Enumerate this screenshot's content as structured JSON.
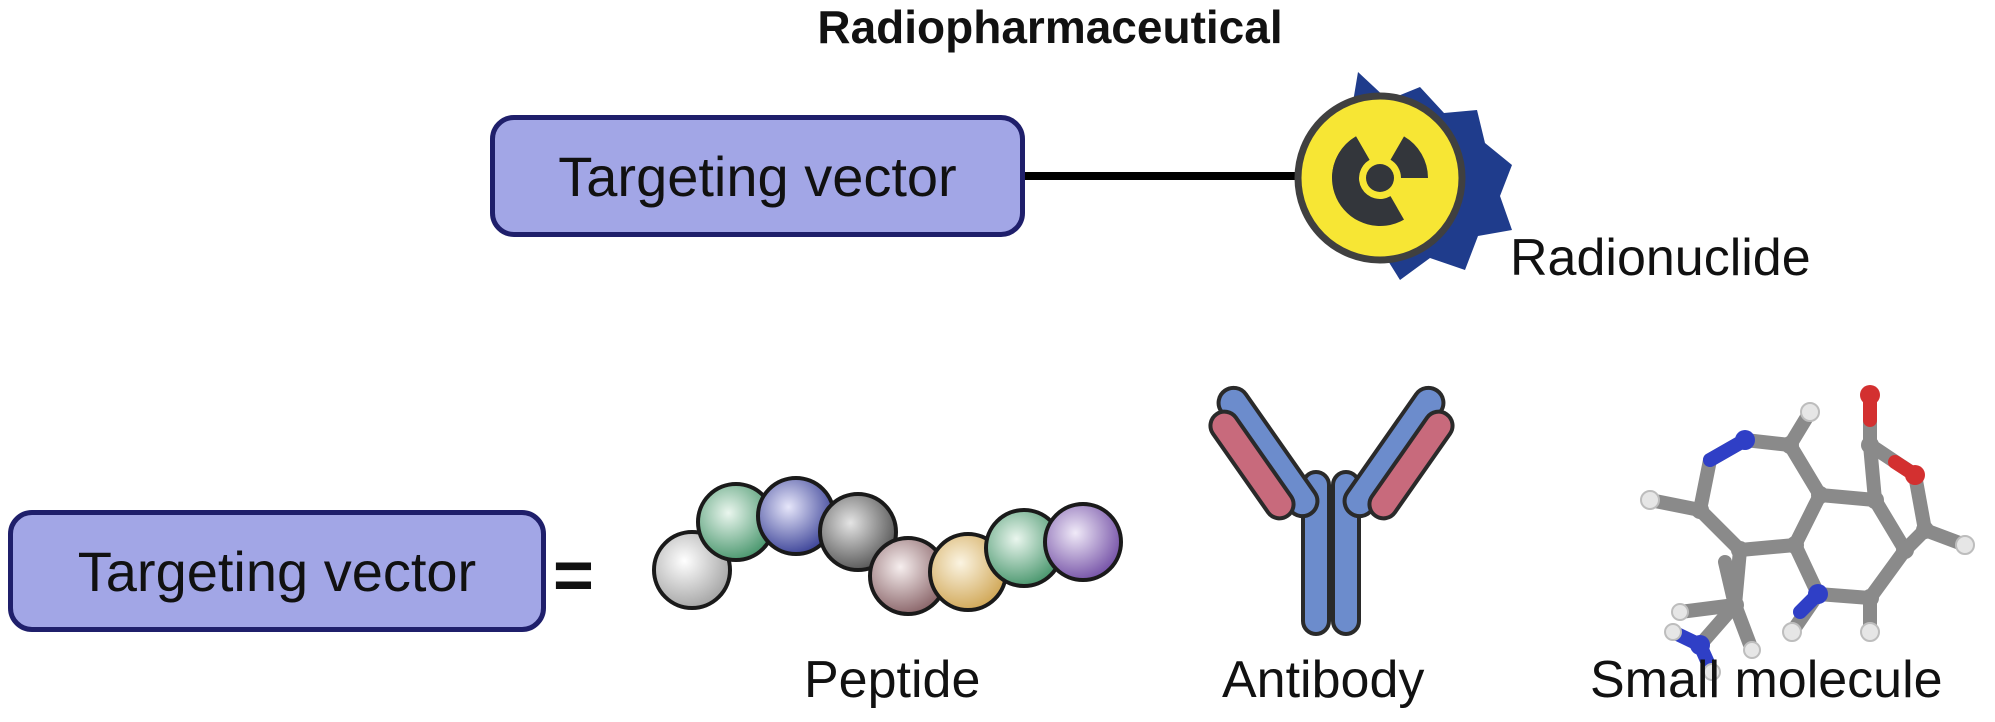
{
  "title": "Radiopharmaceutical",
  "top": {
    "vector_label": "Targeting vector",
    "radionuclide_label": "Radionuclide"
  },
  "bottom": {
    "vector_label": "Targeting vector",
    "equals": "=",
    "examples": [
      "Peptide",
      "Antibody",
      "Small molecule"
    ]
  },
  "icons": {
    "radionuclide": "radiation-trefoil-icon",
    "peptide": "bead-chain-icon",
    "antibody": "y-shaped-antibody-icon",
    "small_molecule": "ball-and-stick-molecule-icon"
  },
  "colors": {
    "vector_fill": "#a2a6e6",
    "vector_border": "#1f1f6b",
    "radionuclide_yellow": "#f7e634",
    "radionuclide_spikes": "#1f3c8c",
    "antibody_heavy": "#6c8ccc",
    "antibody_light": "#c86a7c"
  }
}
